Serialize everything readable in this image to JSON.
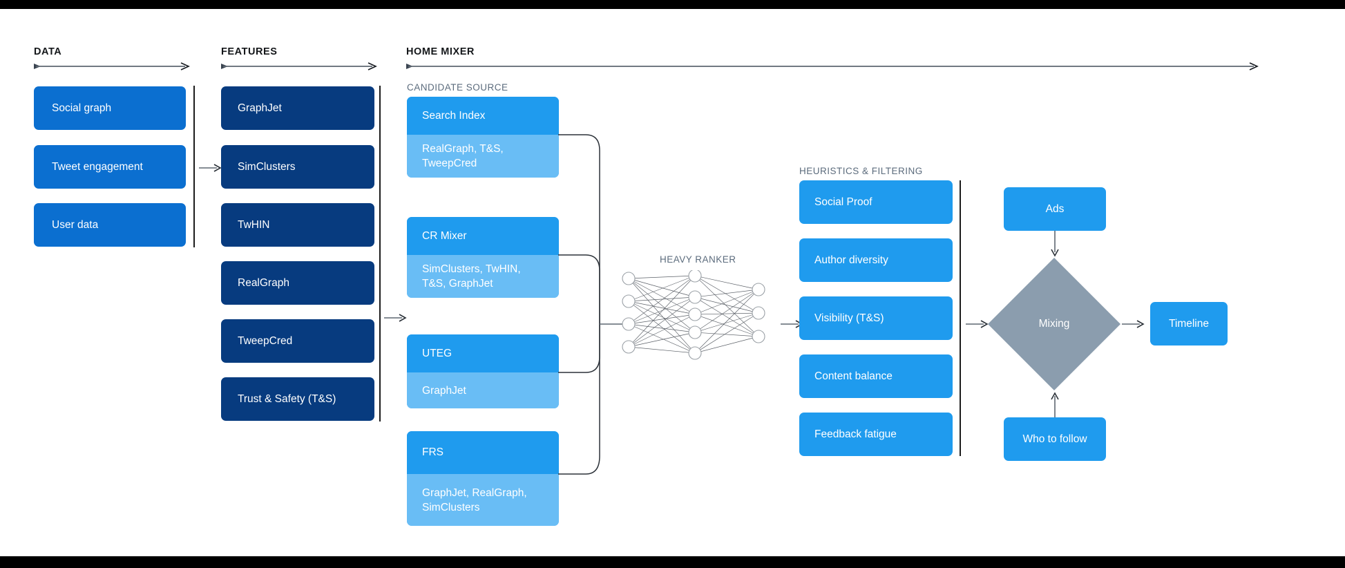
{
  "sections": [
    {
      "title": "DATA",
      "axis_width": 182
    },
    {
      "title": "FEATURES",
      "axis_width": 182
    },
    {
      "title": "HOME MIXER",
      "axis_width": 1240
    }
  ],
  "data_column": {
    "items": [
      {
        "label": "Social graph"
      },
      {
        "label": "Tweet engagement"
      },
      {
        "label": "User data"
      }
    ]
  },
  "features_column": {
    "items": [
      {
        "label": "GraphJet"
      },
      {
        "label": "SimClusters"
      },
      {
        "label": "TwHIN"
      },
      {
        "label": "RealGraph"
      },
      {
        "label": "TweepCred"
      },
      {
        "label": "Trust & Safety (T&S)"
      }
    ]
  },
  "candidate_source": {
    "label": "CANDIDATE SOURCE",
    "items": [
      {
        "title": "Search Index",
        "features": "RealGraph, T&S,\nTweepCred"
      },
      {
        "title": "CR Mixer",
        "features": "SimClusters, TwHIN,\nT&S, GraphJet"
      },
      {
        "title": "UTEG",
        "features": "GraphJet"
      },
      {
        "title": "FRS",
        "features": "GraphJet, RealGraph,\nSimClusters"
      }
    ]
  },
  "heavy_ranker": {
    "label": "HEAVY RANKER",
    "layers": [
      4,
      5,
      3
    ]
  },
  "heuristics": {
    "label": "HEURISTICS & FILTERING",
    "items": [
      {
        "label": "Social Proof"
      },
      {
        "label": "Author diversity"
      },
      {
        "label": "Visibility (T&S)"
      },
      {
        "label": "Content balance"
      },
      {
        "label": "Feedback fatigue"
      }
    ]
  },
  "output": {
    "ads": "Ads",
    "mixing": "Mixing",
    "who_to_follow": "Who to follow",
    "timeline": "Timeline"
  },
  "colors": {
    "data_box": "#0b6fd0",
    "feature_box": "#073b7f",
    "cs_header": "#1f9bee",
    "cs_body": "#69bdf5",
    "heuristic_box": "#1f9bee",
    "output_box": "#1f9bee",
    "mixing_diamond": "#8b9dae",
    "sub_label": "#5b6b7c",
    "title": "#14171a",
    "connector": "#3a4450",
    "background": "#ffffff",
    "letterbox": "#000000"
  }
}
